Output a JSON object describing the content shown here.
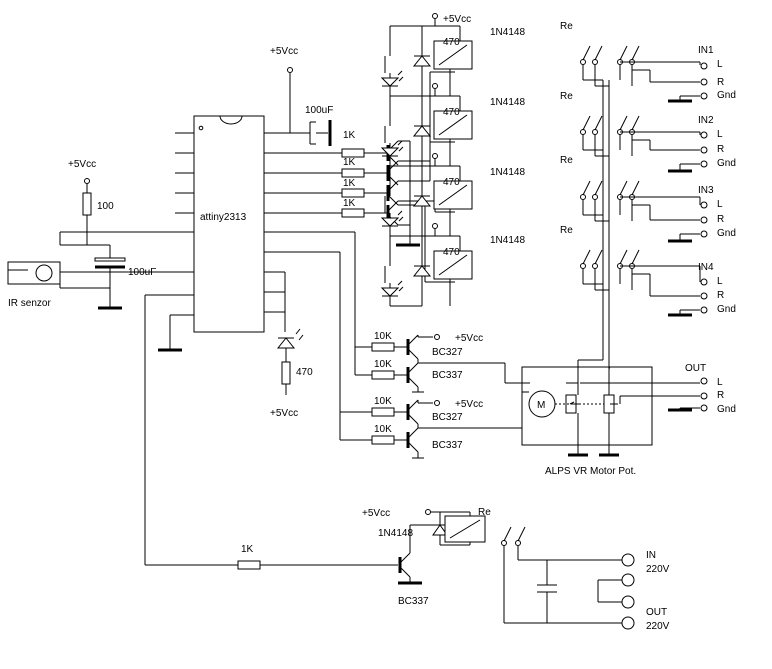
{
  "chip": {
    "label": "attiny2313"
  },
  "supply": "+5Vcc",
  "ir": {
    "label": "IR senzor",
    "resistor": "100",
    "cap": "100uF"
  },
  "decoupling_cap": "100uF",
  "r_1k": "1K",
  "r_470": "470",
  "r_10k": "10K",
  "diode": "1N4148",
  "relay": "Re",
  "inputs": [
    "IN1",
    "IN2",
    "IN3",
    "IN4"
  ],
  "out_label": "OUT",
  "channels": {
    "l": "L",
    "r": "R",
    "gnd": "Gnd"
  },
  "transistors": {
    "pnp": "BC327",
    "npn": "BC337"
  },
  "motor": {
    "symbol": "M",
    "caption": "ALPS VR Motor Pot."
  },
  "mains": {
    "in": "IN",
    "out": "OUT",
    "voltage": "220V"
  }
}
